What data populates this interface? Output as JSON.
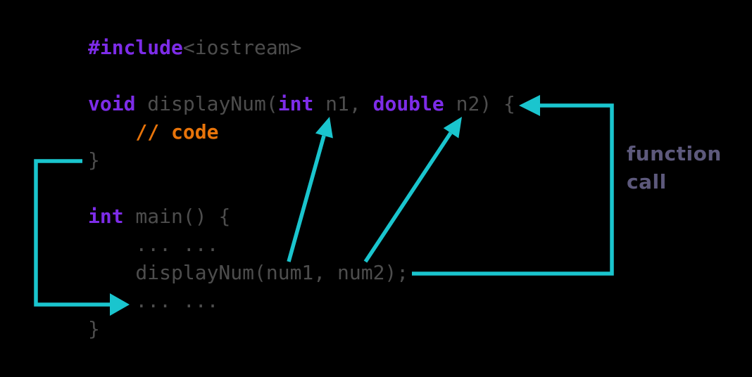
{
  "colors": {
    "bg": "#000000",
    "accent": "#1ac5ce",
    "keyword": "#7d2ce8",
    "plain": "#4d4d4d",
    "comment": "#e8740a",
    "label": "#5d597c"
  },
  "code": {
    "language": "cpp",
    "lines": [
      [
        {
          "t": "keyword",
          "s": "#include"
        },
        {
          "t": "plain",
          "s": "<iostream>"
        }
      ],
      [],
      [
        {
          "t": "keyword",
          "s": "void"
        },
        {
          "t": "plain",
          "s": " displayNum("
        },
        {
          "t": "keyword",
          "s": "int"
        },
        {
          "t": "plain",
          "s": " n1, "
        },
        {
          "t": "keyword",
          "s": "double"
        },
        {
          "t": "plain",
          "s": " n2) {"
        }
      ],
      [
        {
          "t": "comment",
          "s": "    // code"
        }
      ],
      [
        {
          "t": "plain",
          "s": "}"
        }
      ],
      [],
      [
        {
          "t": "keyword",
          "s": "int"
        },
        {
          "t": "plain",
          "s": " main() {"
        }
      ],
      [
        {
          "t": "plain",
          "s": "    ... ..."
        }
      ],
      [
        {
          "t": "plain",
          "s": "    displayNum(num1, num2);"
        }
      ],
      [
        {
          "t": "plain",
          "s": "    ... ..."
        }
      ],
      [
        {
          "t": "plain",
          "s": "}"
        }
      ]
    ]
  },
  "annotation": {
    "label": "function call"
  },
  "arrows": {
    "names": [
      "function-return-arrow",
      "arg-num1-to-n1-arrow",
      "arg-num2-to-n2-arrow",
      "function-call-arrow"
    ]
  }
}
